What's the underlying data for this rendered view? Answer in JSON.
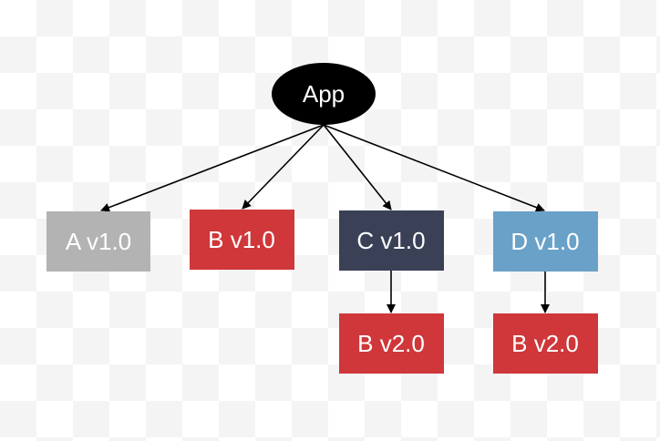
{
  "diagram": {
    "root": {
      "label": "App",
      "color": "#000000"
    },
    "nodes": {
      "a_v1": {
        "label": "A v1.0",
        "color": "#b3b3b3"
      },
      "b_v1": {
        "label": "B v1.0",
        "color": "#cf373a"
      },
      "c_v1": {
        "label": "C v1.0",
        "color": "#3a4157"
      },
      "d_v1": {
        "label": "D v1.0",
        "color": "#6aa1c9"
      },
      "b_v2_c": {
        "label": "B v2.0",
        "color": "#cf373a"
      },
      "b_v2_d": {
        "label": "B v2.0",
        "color": "#cf373a"
      }
    },
    "edges": [
      {
        "from": "root",
        "to": "a_v1"
      },
      {
        "from": "root",
        "to": "b_v1"
      },
      {
        "from": "root",
        "to": "c_v1"
      },
      {
        "from": "root",
        "to": "d_v1"
      },
      {
        "from": "c_v1",
        "to": "b_v2_c"
      },
      {
        "from": "d_v1",
        "to": "b_v2_d"
      }
    ]
  }
}
